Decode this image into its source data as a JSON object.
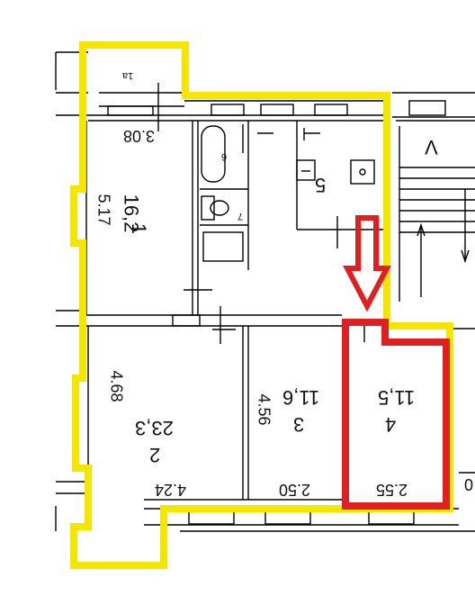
{
  "colors": {
    "outline_apartment": "#f5e600",
    "outline_room": "#e02020",
    "arrow": "#e02020",
    "walls": "#000000",
    "background": "#ffffff"
  },
  "rooms": {
    "r1a": {
      "number": "1a"
    },
    "r1": {
      "number": "1",
      "area": "16,2",
      "dim_width": "3.08",
      "dim_length": "5.17"
    },
    "r2": {
      "number": "2",
      "area": "23,3",
      "dim_width": "4.24",
      "dim_length": "4.68"
    },
    "r3": {
      "number": "3",
      "area": "11,6",
      "dim_width": "2.50",
      "dim_length": "4.56"
    },
    "r4": {
      "number": "4",
      "area": "11,5",
      "dim_width": "2.55"
    },
    "r5": {
      "number": "5"
    },
    "r6": {
      "number": "6"
    },
    "r7": {
      "number": "7"
    }
  },
  "stairwell": {
    "label": "V"
  },
  "edge_label": "0"
}
